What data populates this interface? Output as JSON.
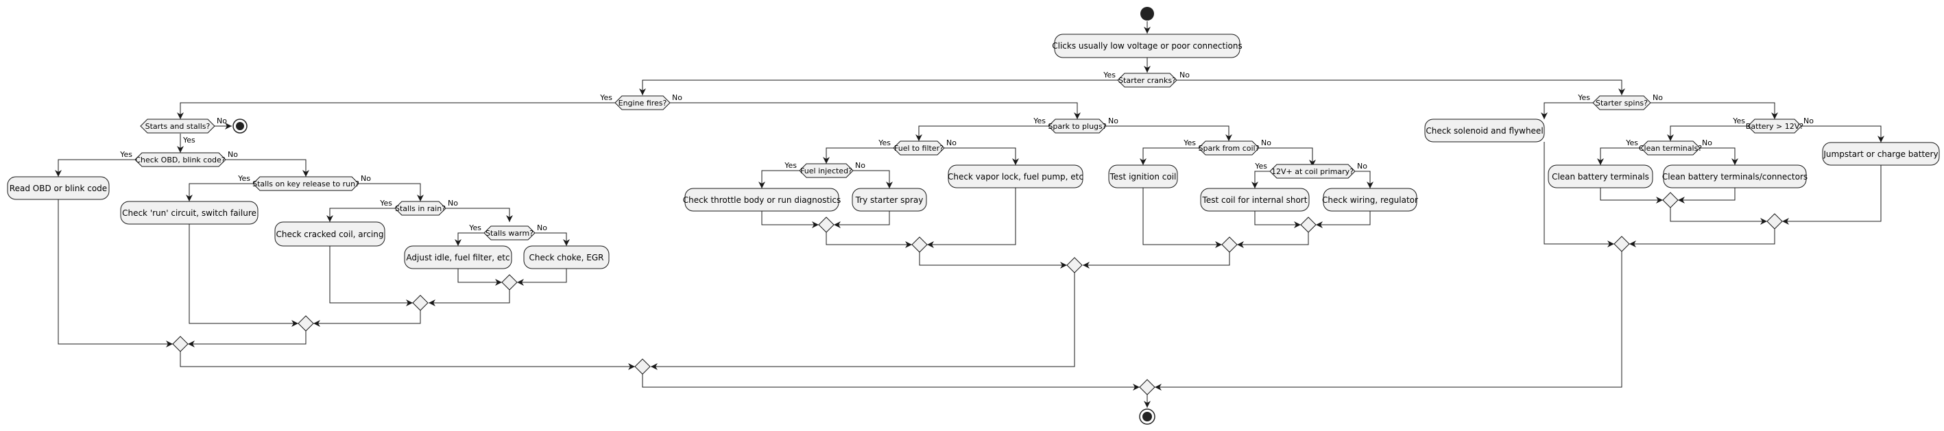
{
  "colors": {
    "node_fill": "#f1f1f1",
    "stroke": "#181818",
    "background": "#ffffff"
  },
  "nodes": {
    "clicks": "Clicks usually low voltage or poor connections",
    "d_starter_cranks": "Starter cranks?",
    "d_engine_fires": "Engine fires?",
    "d_starts_stalls": "Starts and stalls?",
    "d_check_obd": "Check OBD, blink code?",
    "read_obd": "Read OBD or blink code",
    "d_stalls_key": "Stalls on key release to run?",
    "check_run": "Check 'run' circuit, switch failure",
    "d_stalls_rain": "Stalls in rain?",
    "check_coil_arcing": "Check cracked coil, arcing",
    "d_stalls_warm": "Stalls warm?",
    "adjust_idle": "Adjust idle, fuel filter, etc",
    "check_choke": "Check choke, EGR",
    "d_spark_plugs": "Spark to plugs?",
    "d_fuel_filter": "Fuel to filter?",
    "d_fuel_injected": "Fuel injected?",
    "check_throttle": "Check throttle body or run diagnostics",
    "try_starter_spray": "Try starter spray",
    "check_vapor_lock": "Check vapor lock, fuel pump, etc",
    "d_spark_coil": "Spark from coil?",
    "test_ignition_coil": "Test ignition coil",
    "d_12v_coil": "12V+ at coil primary?",
    "test_coil_short": "Test coil for internal short",
    "check_wiring": "Check wiring, regulator",
    "d_starter_spins": "Starter spins?",
    "check_solenoid": "Check solenoid and flywheel",
    "d_battery": "Battery > 12V?",
    "d_clean_terminals": "Clean terminals?",
    "clean_battery_terminals": "Clean battery terminals",
    "clean_terminals_connectors": "Clean battery terminals/connectors",
    "jumpstart": "Jumpstart or charge battery"
  },
  "branches": {
    "yes": "Yes",
    "no": "No"
  }
}
